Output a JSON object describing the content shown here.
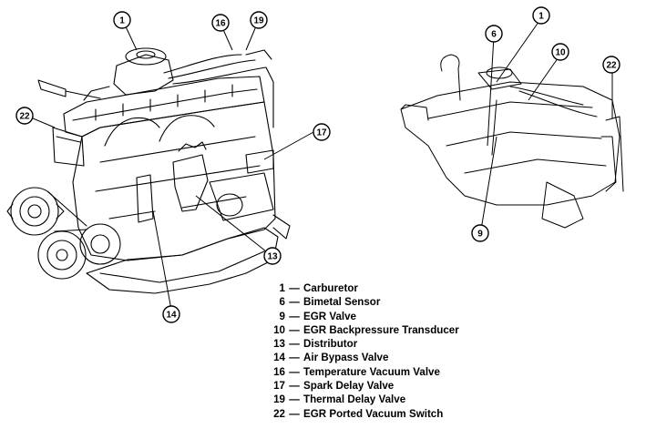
{
  "callouts": {
    "left_engine": [
      "1",
      "16",
      "19",
      "22",
      "17",
      "13",
      "14"
    ],
    "right_engine": [
      "1",
      "6",
      "10",
      "22",
      "9"
    ]
  },
  "legend": [
    {
      "num": "1",
      "label": "Carburetor"
    },
    {
      "num": "6",
      "label": "Bimetal Sensor"
    },
    {
      "num": "9",
      "label": "EGR Valve"
    },
    {
      "num": "10",
      "label": "EGR Backpressure Transducer"
    },
    {
      "num": "13",
      "label": "Distributor"
    },
    {
      "num": "14",
      "label": "Air Bypass Valve"
    },
    {
      "num": "16",
      "label": "Temperature Vacuum Valve"
    },
    {
      "num": "17",
      "label": "Spark Delay Valve"
    },
    {
      "num": "19",
      "label": "Thermal Delay Valve"
    },
    {
      "num": "22",
      "label": "EGR Ported Vacuum Switch"
    }
  ],
  "legend_dash": "—"
}
